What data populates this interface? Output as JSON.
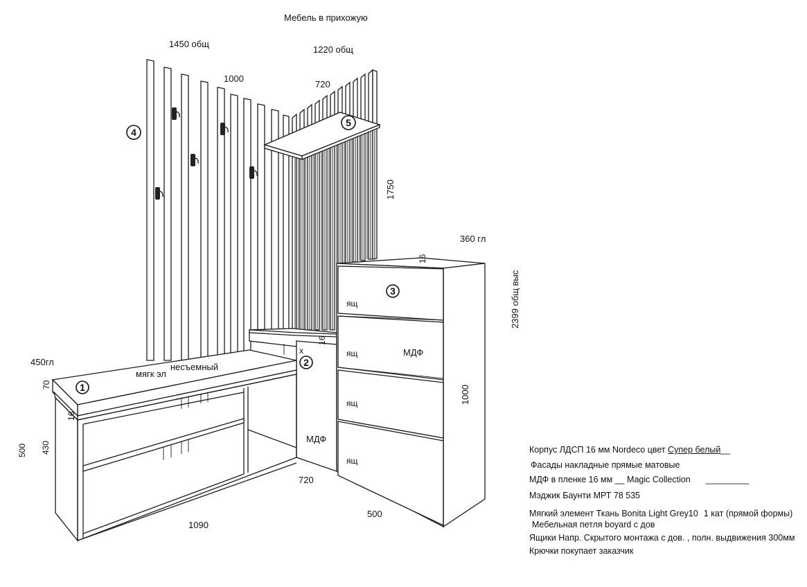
{
  "title": "Мебель в прихожую",
  "dimensions": {
    "total_width_left": "1450 общ",
    "total_width_right": "1220 общ",
    "panel_width_left": "1000",
    "panel_width_right": "720",
    "panel_height": "1750",
    "cabinet_depth": "360 гл",
    "total_height": "2399  общ выс",
    "thickness_top": "16",
    "thickness_mid": "16",
    "thickness_bench": "16",
    "bench_depth": "450гл",
    "cushion_height": "70",
    "bench_body_height": "430",
    "bench_total_height": "500",
    "cabinet_height": "1000",
    "bench_width": "1090",
    "corner_width": "720",
    "cabinet_width": "500"
  },
  "labels": {
    "soft_element": "мягк эл",
    "non_removable": "несъемный",
    "drawer_1": "ящ",
    "drawer_2": "ящ",
    "drawer_3": "ящ",
    "drawer_4": "ящ",
    "mdf_cabinet": "МДФ",
    "mdf_corner": "МДФ",
    "x_mark": "x"
  },
  "callouts": [
    "1",
    "2",
    "3",
    "4",
    "5"
  ],
  "notes": {
    "line1_prefix": "Корпус ЛДСП 16 мм Nordeco цвет ",
    "line1_value": "Супер белый",
    "line1_suffix": "__",
    "line2": "Фасады  накладные прямые матовые",
    "line3_prefix": "МДФ в пленке 16 мм __ Magic Collection",
    "line3_suffix": "_________",
    "line4": "Мэджик Баунти    МРТ 78 535",
    "line5": "Мягкий элемент Ткань Bonita Light Grey10",
    "line5_extra": "1 кат (прямой формы)",
    "line6": "Мебельная петля boyard  с дов",
    "line7": "Ящики Напр. Скрытого монтажа с дов. , полн. выдвижения 300мм",
    "line8": "Крючки покупает заказчик"
  }
}
